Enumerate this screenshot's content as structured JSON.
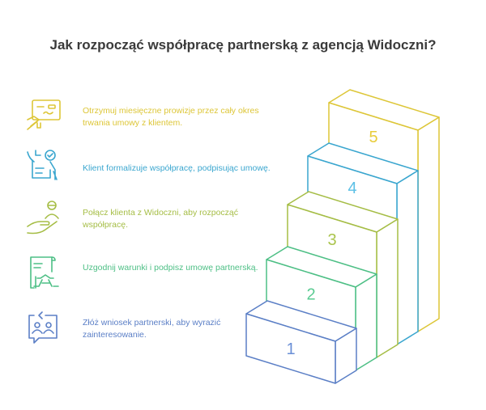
{
  "title": "Jak rozpocząć współpracę partnerską z agencją Widoczni?",
  "steps": [
    {
      "number": "1",
      "text": "Złóż wniosek partnerski, aby wyrazić zainteresowanie.",
      "icon": "people-chat-icon",
      "color": "#5b7fc6",
      "label_color": "#6a8fd6"
    },
    {
      "number": "2",
      "text": "Uzgodnij warunki i podpisz umowę partnerską.",
      "icon": "contract-handshake-icon",
      "color": "#4dbf85",
      "label_color": "#5acb92"
    },
    {
      "number": "3",
      "text": "Połącz klienta z Widoczni, aby rozpocząć współpracę.",
      "icon": "hand-person-icon",
      "color": "#a5bd45",
      "label_color": "#aac44c"
    },
    {
      "number": "4",
      "text": "Klient formalizuje współpracę, podpisując umowę.",
      "icon": "signing-document-icon",
      "color": "#3aa6cf",
      "label_color": "#5cc0e6"
    },
    {
      "number": "5",
      "text": "Otrzymuj miesięczne prowizje przez cały okres trwania umowy z klientem.",
      "icon": "payment-card-icon",
      "color": "#ddc637",
      "label_color": "#e8cc3a"
    }
  ]
}
